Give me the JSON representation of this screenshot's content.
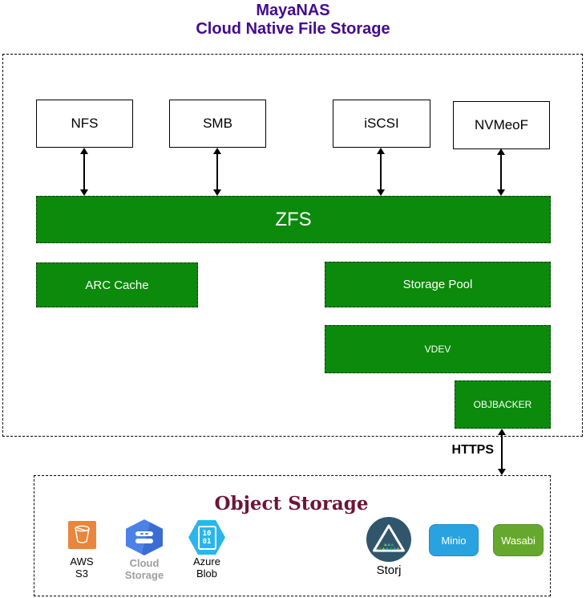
{
  "colors": {
    "green": "#0b8a0b",
    "title-purple": "#430a8e",
    "os-maroon": "#6e1535",
    "aws-orange": "#e8863d",
    "gcs-blue": "#4b82e8",
    "azure-blue": "#29b6ea",
    "storj-navy": "#31566b",
    "minio-blue": "#29a3df",
    "wasabi-green": "#66a82d"
  },
  "title": {
    "line1": "MayaNAS",
    "line2": "Cloud Native File Storage"
  },
  "nas": {
    "protocols": [
      "NFS",
      "SMB",
      "iSCSI",
      "NVMeoF"
    ],
    "zfs": "ZFS",
    "arc_cache": "ARC Cache",
    "storage_pool": "Storage Pool",
    "vdev": "VDEV",
    "objbacker": "OBJBACKER"
  },
  "link": {
    "https": "HTTPS"
  },
  "object_storage": {
    "title": "Object Storage",
    "aws": {
      "line1": "AWS",
      "line2": "S3"
    },
    "gcs": {
      "line1": "Cloud",
      "line2": "Storage"
    },
    "azure": {
      "line1": "Azure",
      "line2": "Blob",
      "doc_line1": "10",
      "doc_line2": "01"
    },
    "storj": {
      "label": "Storj"
    },
    "minio": {
      "label": "Minio"
    },
    "wasabi": {
      "label": "Wasabi"
    }
  }
}
